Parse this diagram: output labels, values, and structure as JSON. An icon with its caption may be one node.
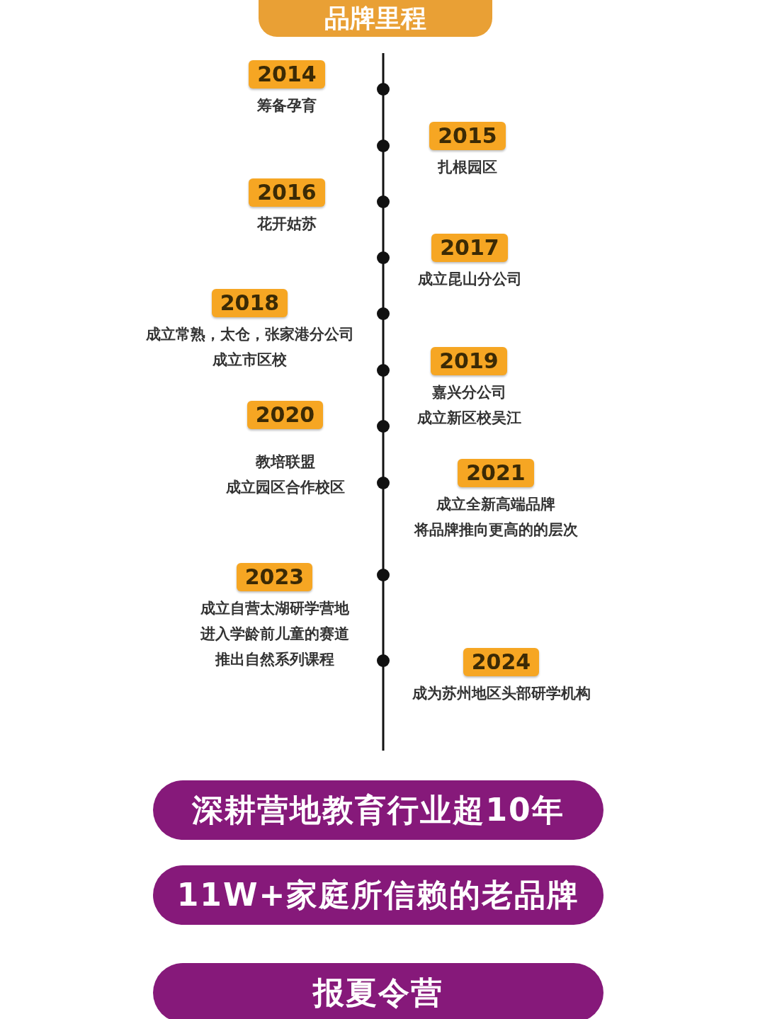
{
  "diagram": {
    "nodes": [
      {
        "text": [
          "品牌里程"
        ]
      },
      {
        "text": [
          "2014",
          "筹备孕育"
        ]
      },
      {
        "text": [
          "2015",
          "扎根园区"
        ]
      },
      {
        "text": [
          "2016",
          "花开姑苏"
        ]
      },
      {
        "text": [
          "2017",
          "成立昆山分公司"
        ]
      },
      {
        "text": [
          "2018",
          "成立常熟，太仓，张家港分公司",
          "成立市区校"
        ]
      },
      {
        "text": [
          "2019",
          "嘉兴分公司",
          "成立新区校吴江"
        ]
      },
      {
        "text": [
          "2020",
          "教培联盟",
          "成立园区合作校区"
        ]
      },
      {
        "text": [
          "2021",
          "成立全新高端品牌",
          "将品牌推向更高的的层次"
        ]
      },
      {
        "text": [
          "2023",
          "成立自营太湖研学营地",
          "进入学龄前儿童的赛道",
          "推出自然系列课程"
        ]
      },
      {
        "text": [
          "2024",
          "成为苏州地区头部研学机构"
        ]
      },
      {
        "text": [
          "深耕营地教育行业超10年"
        ]
      },
      {
        "text": [
          "11W+家庭所信赖的老品牌"
        ]
      },
      {
        "text": [
          "报夏令营"
        ]
      }
    ]
  }
}
